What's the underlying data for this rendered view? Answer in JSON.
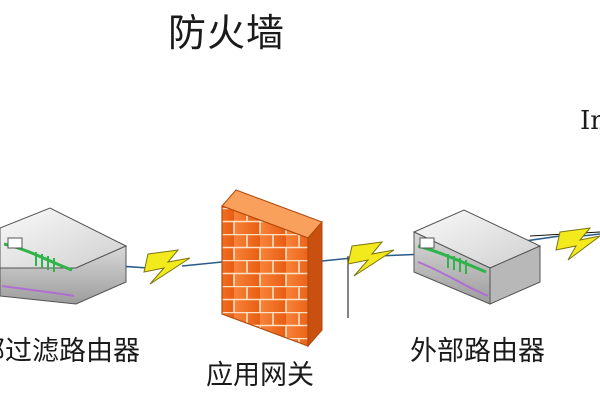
{
  "title": "防火墙",
  "internet_label_fragment": "In",
  "nodes": {
    "internal_router": {
      "label": "部过滤路由器",
      "icon": "router-icon"
    },
    "application_gateway": {
      "label": "应用网关",
      "icon": "firewall-brick-wall-icon"
    },
    "external_router": {
      "label": "外部路由器",
      "icon": "router-icon"
    }
  },
  "links": [
    {
      "from": "internal_router",
      "to": "application_gateway",
      "icon": "lightning-bolt-icon"
    },
    {
      "from": "application_gateway",
      "to": "external_router",
      "icon": "lightning-bolt-icon"
    },
    {
      "from": "external_router",
      "to": "internet",
      "icon": "lightning-bolt-icon"
    }
  ],
  "colors": {
    "firewall_brick": "#f26a21",
    "firewall_mortar": "#fbe0c4",
    "lightning": "#f3ea1d",
    "router_body": "#e8e8e8",
    "router_accent_green": "#2fb34a",
    "router_accent_purple": "#b06fd0",
    "wire": "#2a5c8a"
  }
}
